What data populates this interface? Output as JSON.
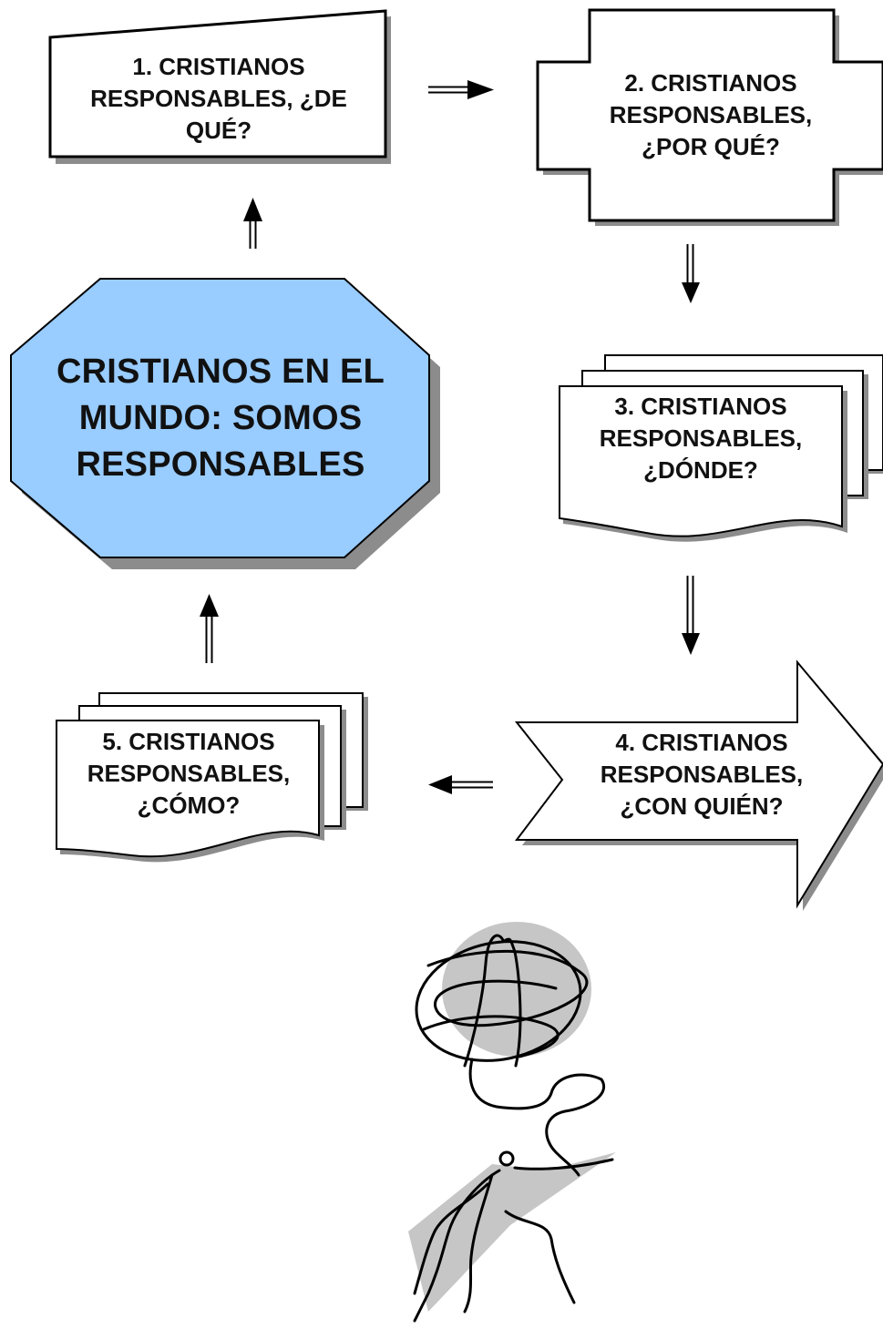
{
  "center": {
    "lines": [
      "CRISTIANOS EN EL",
      "MUNDO: SOMOS",
      "RESPONSABLES"
    ],
    "fill": "#99ccff"
  },
  "steps": [
    {
      "lines": [
        "1. CRISTIANOS",
        "RESPONSABLES, ¿DE",
        "QUÉ?"
      ]
    },
    {
      "lines": [
        "2. CRISTIANOS",
        "RESPONSABLES,",
        "¿POR QUÉ?"
      ]
    },
    {
      "lines": [
        "3. CRISTIANOS",
        "RESPONSABLES,",
        "¿DÓNDE?"
      ]
    },
    {
      "lines": [
        "4. CRISTIANOS",
        "RESPONSABLES,",
        "¿CON QUIÉN?"
      ]
    },
    {
      "lines": [
        "5. CRISTIANOS",
        "RESPONSABLES,",
        "¿CÓMO?"
      ]
    }
  ],
  "colors": {
    "stroke": "#000000",
    "shadow": "#8c8c8c",
    "box_fill": "#ffffff",
    "clipart_gray": "#c6c6c6"
  },
  "illustration": {
    "icon": "figure-carrying-globe-icon"
  }
}
